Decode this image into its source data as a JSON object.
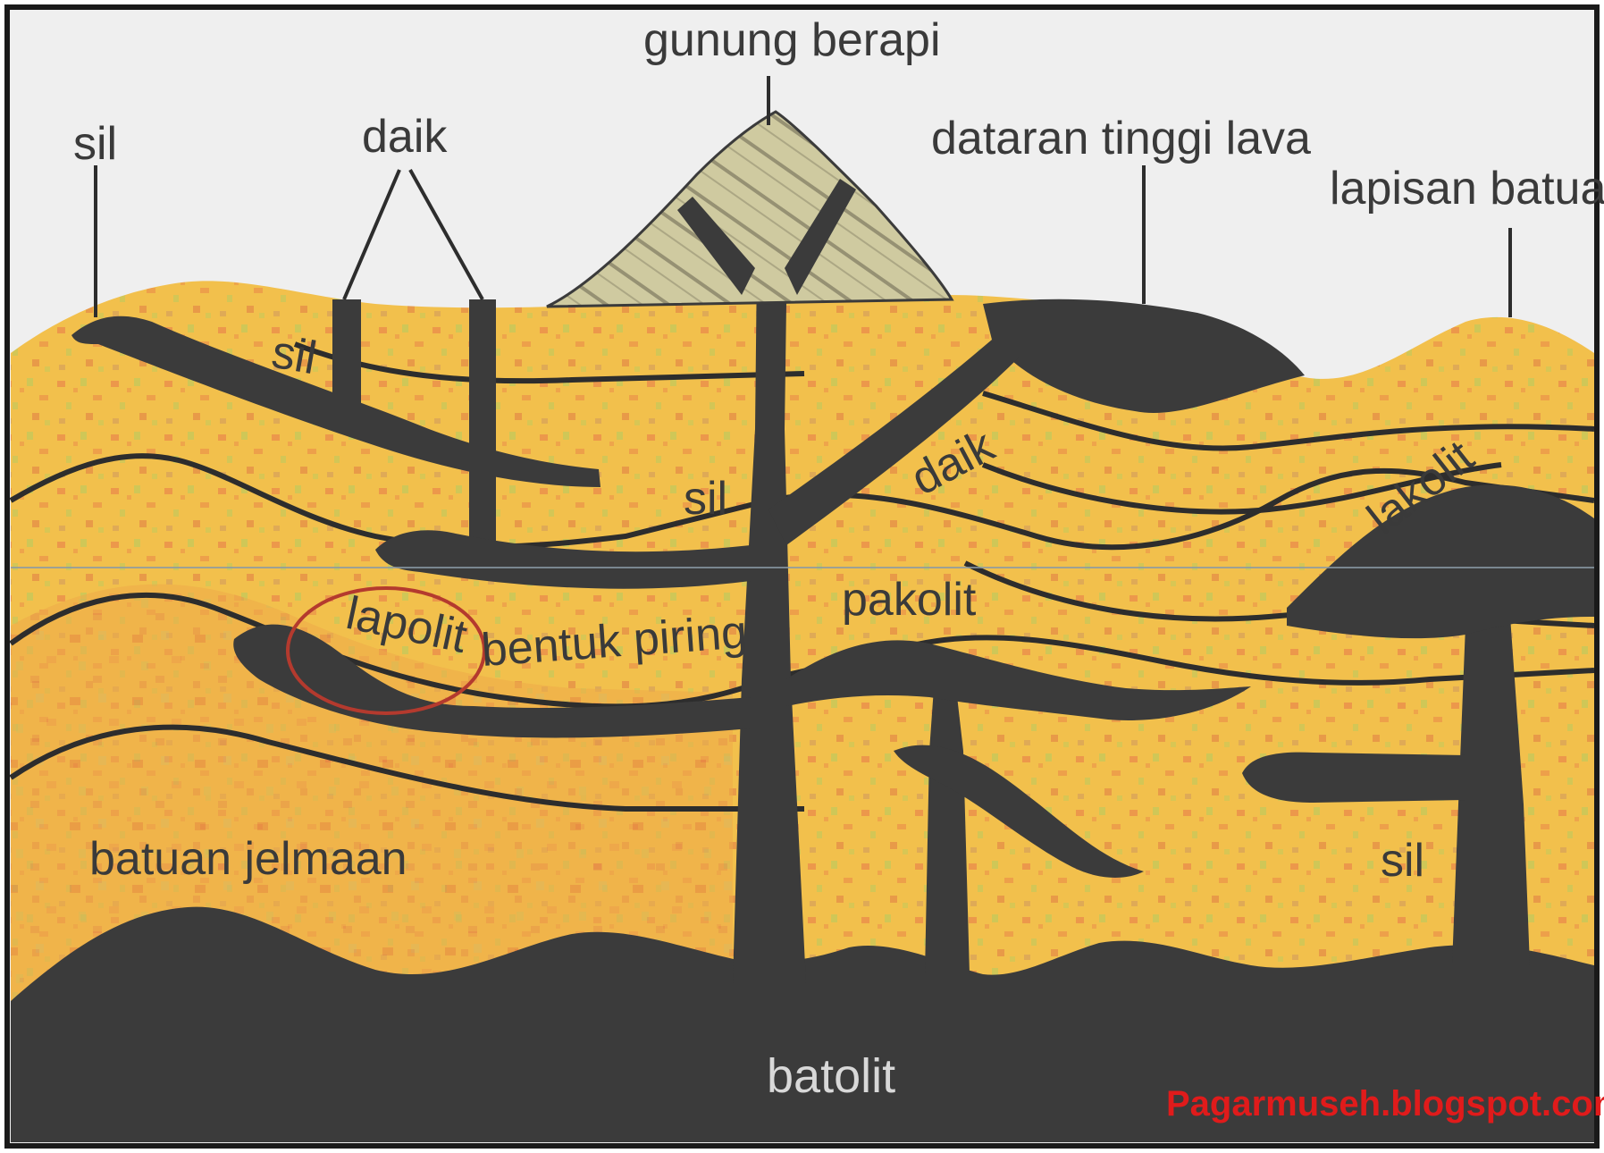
{
  "labels": {
    "gunung_berapi": "gunung berapi",
    "sil_top": "sil",
    "daik_top": "daik",
    "dataran_tinggi_lava": "dataran tinggi lava",
    "lapisan_batuan": "lapisan batuan",
    "sil_inner_left": "sil",
    "sil_middle": "sil",
    "daik_right": "daik",
    "lakolit": "lakolit",
    "pakolit": "pakolit",
    "lapolit": "lapolit",
    "bentuk_piring": "bentuk piring",
    "sil_lower_right": "sil",
    "batuan_jelmaan": "batuan jelmaan",
    "batolit": "batolit"
  },
  "watermark": "Pagarmuseh.blogspot.com",
  "colors": {
    "sky": "#efefef",
    "rock_layer": "#f2c04c",
    "rock_layer_alt": "#e9a543",
    "speckle_orange": "#e98a4a",
    "speckle_green": "#c7c95a",
    "magma": "#3b3b3b",
    "volcano_cone": "#c9c49a",
    "highlight_circle": "#b43a2e",
    "watermark": "#e01b1b",
    "frame": "#1a1a1a"
  }
}
